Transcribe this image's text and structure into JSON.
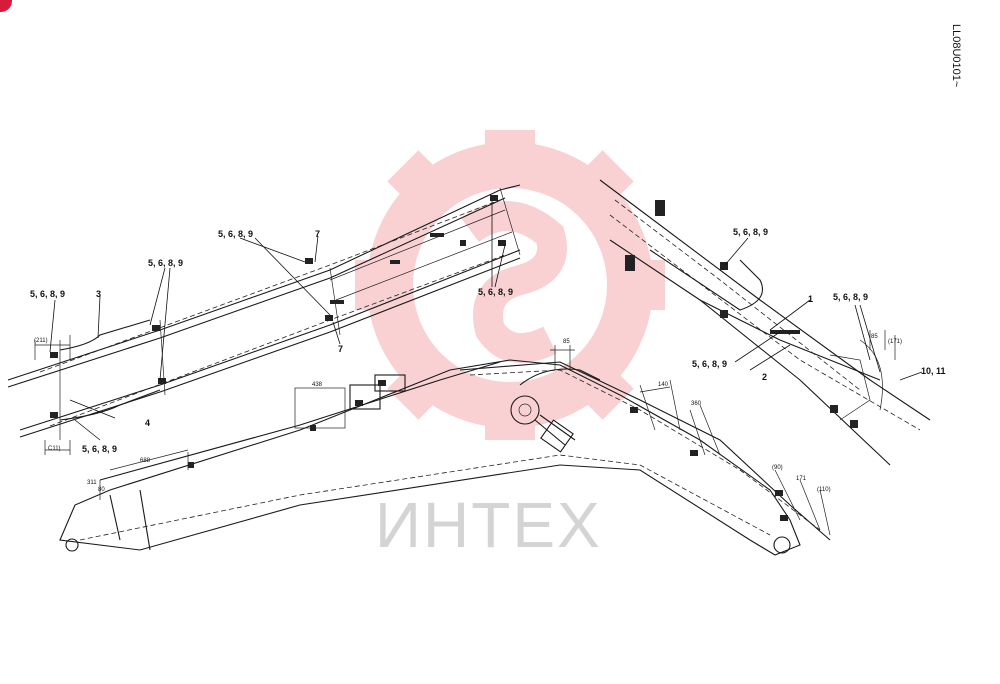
{
  "document": {
    "code": "LL08U0101~"
  },
  "watermark": {
    "text": "ИНТЕХ",
    "gear_color": "#e8323c"
  },
  "callouts": {
    "set_top_left": "5, 6, 8, 9",
    "set_bottom_left": "5, 6, 8, 9",
    "set_mid_left": "5, 6, 8, 9",
    "set_center": "5, 6, 8, 9",
    "set_upper_right": "5, 6, 8, 9",
    "set_mid_right": "5, 6, 8, 9",
    "set_far_right": "5, 6, 8, 9",
    "set_right_lower": "5, 6, 8, 9",
    "part_1": "1",
    "part_2": "2",
    "part_3": "3",
    "part_4": "4",
    "part_7_top": "7",
    "part_7_bottom": "7",
    "part_10_11": "10, 11"
  },
  "dimensions": {
    "d_211_top": "(211)",
    "d_c11": "C11)",
    "d_311": "311",
    "d_80": "80",
    "d_688": "688",
    "d_438": "438",
    "d_85": "85",
    "d_140": "140",
    "d_360": "360",
    "d_90": "(90)",
    "d_171": "171",
    "d_110": "(110)",
    "d_85_right": "85",
    "d_171_right": "(171)"
  }
}
